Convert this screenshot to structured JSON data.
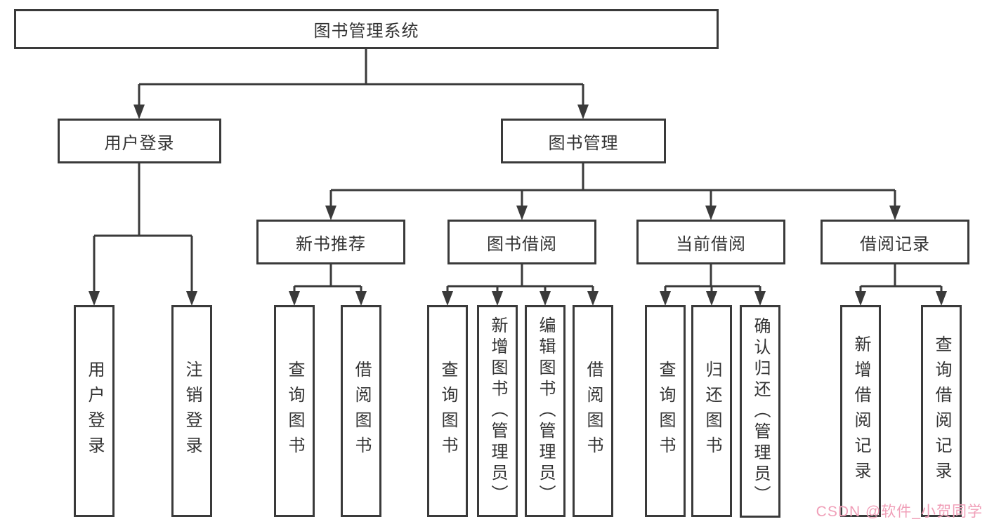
{
  "diagram_type": "hierarchy",
  "colors": {
    "line": "#3a3a3a",
    "border": "#3a3a3a",
    "text": "#333333",
    "background": "#ffffff",
    "watermark": "#f09fb8"
  },
  "tree": {
    "root": {
      "label": "图书管理系统"
    },
    "branches": [
      {
        "label": "用户登录",
        "children": [
          {
            "label": "用户登录"
          },
          {
            "label": "注销登录"
          }
        ]
      },
      {
        "label": "图书管理",
        "children": [
          {
            "label": "新书推荐",
            "children": [
              {
                "label": "查询图书"
              },
              {
                "label": "借阅图书"
              }
            ]
          },
          {
            "label": "图书借阅",
            "children": [
              {
                "label": "查询图书"
              },
              {
                "label": "新增图书（管理员）"
              },
              {
                "label": "编辑图书（管理员）"
              },
              {
                "label": "借阅图书"
              }
            ]
          },
          {
            "label": "当前借阅",
            "children": [
              {
                "label": "查询图书"
              },
              {
                "label": "归还图书"
              },
              {
                "label": "确认归还（管理员）"
              }
            ]
          },
          {
            "label": "借阅记录",
            "children": [
              {
                "label": "新增借阅记录"
              },
              {
                "label": "查询借阅记录"
              }
            ]
          }
        ]
      }
    ]
  },
  "watermark": {
    "text": "CSDN @软件_小贺同学"
  }
}
